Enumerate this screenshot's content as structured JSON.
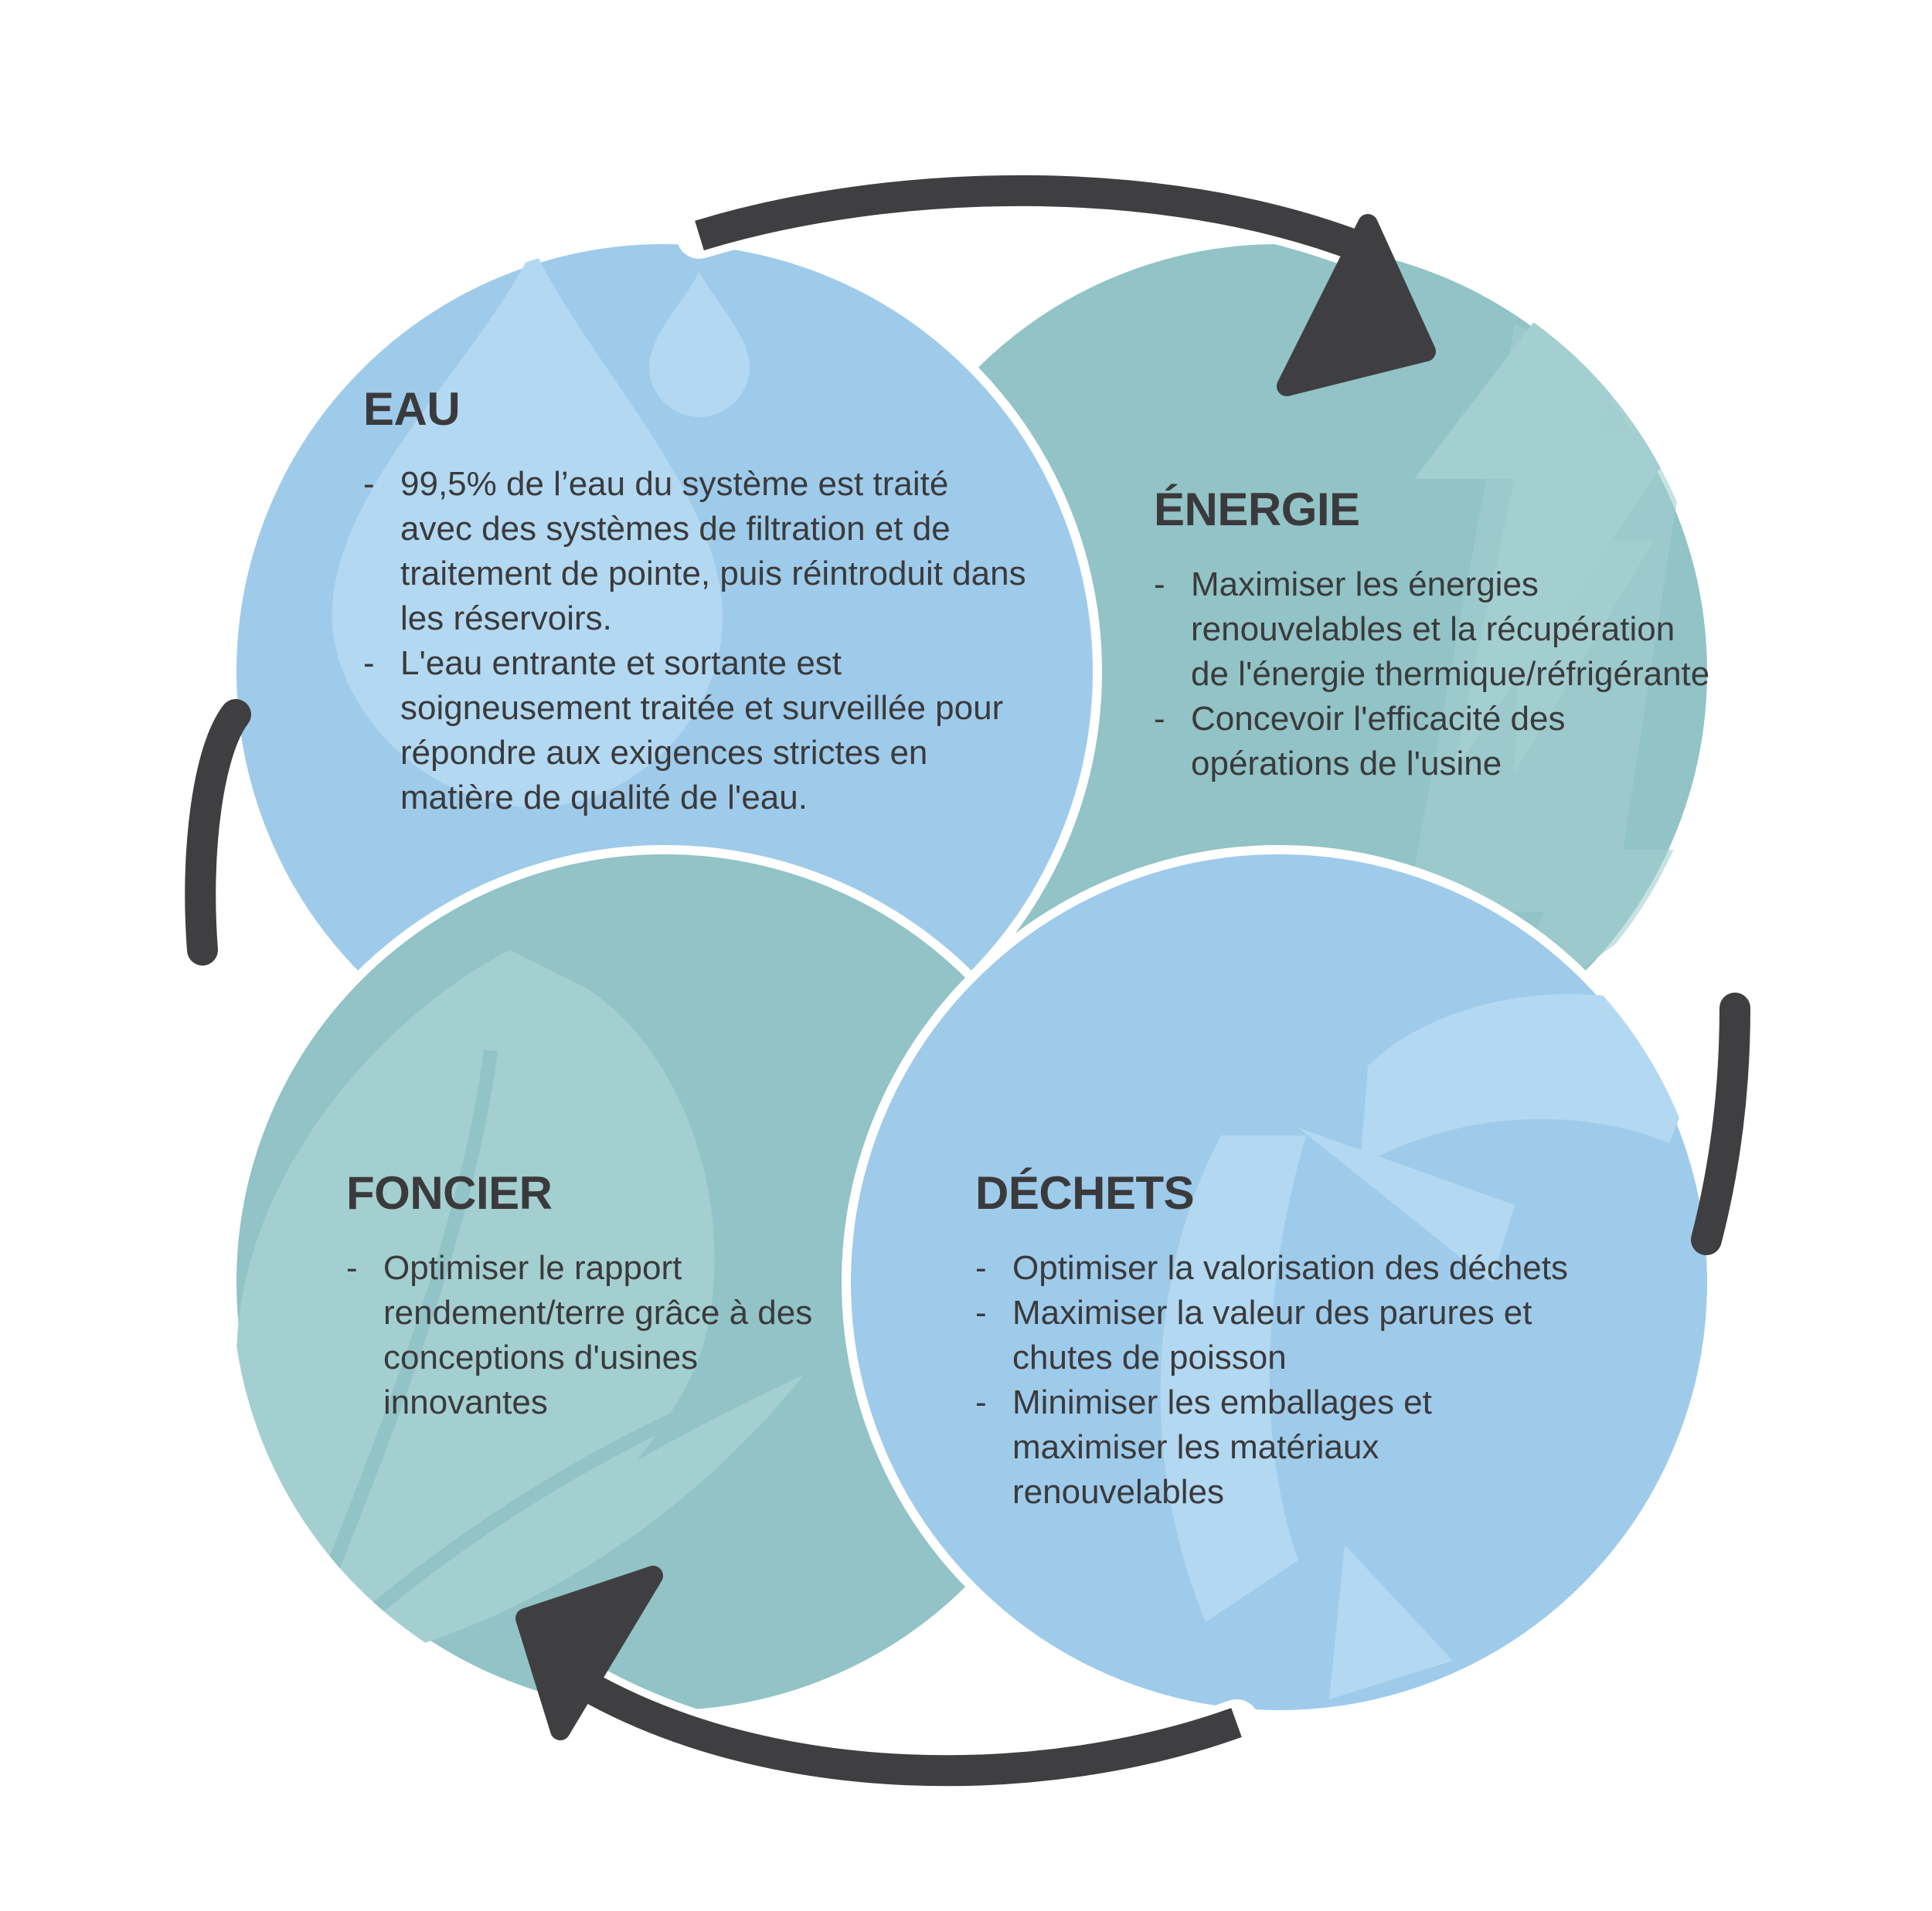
{
  "colors": {
    "blue_circle": "#9fcbeb",
    "blue_shape": "#b3d8f1",
    "teal_circle": "#92c3c6",
    "teal_shape": "#a4cfd0",
    "arrow": "#3f3f41",
    "text": "#3a3a3c",
    "background": "#ffffff"
  },
  "icons": [
    "water-drop-icon",
    "lightning-bolt-icon",
    "leaf-icon",
    "recycle-arrows-icon"
  ],
  "cycle_direction": "clockwise",
  "sections": {
    "eau": {
      "title": "EAU",
      "bullet": "-",
      "items": [
        "99,5% de l’eau du système est traité avec des systèmes de filtration et de traitement de pointe, puis réintroduit dans les réservoirs.",
        "L'eau entrante et sortante est soigneusement traitée et surveillée pour répondre aux exigences strictes en matière de qualité de l'eau."
      ]
    },
    "energie": {
      "title": "ÉNERGIE",
      "bullet": "-",
      "items": [
        "Maximiser les énergies renouvelables et la récupération de l'énergie thermique/réfrigérante",
        "Concevoir l'efficacité des opérations de l'usine"
      ]
    },
    "foncier": {
      "title": "FONCIER",
      "bullet": "-",
      "items": [
        "Optimiser le rapport rendement/terre grâce à des conceptions d'usines innovantes"
      ]
    },
    "dechets": {
      "title": "DÉCHETS",
      "bullet": "-",
      "items": [
        "Optimiser la valorisation des déchets",
        "Maximiser la valeur des parures et chutes de poisson",
        "Minimiser les emballages et maximiser les matériaux renouvelables"
      ]
    }
  }
}
